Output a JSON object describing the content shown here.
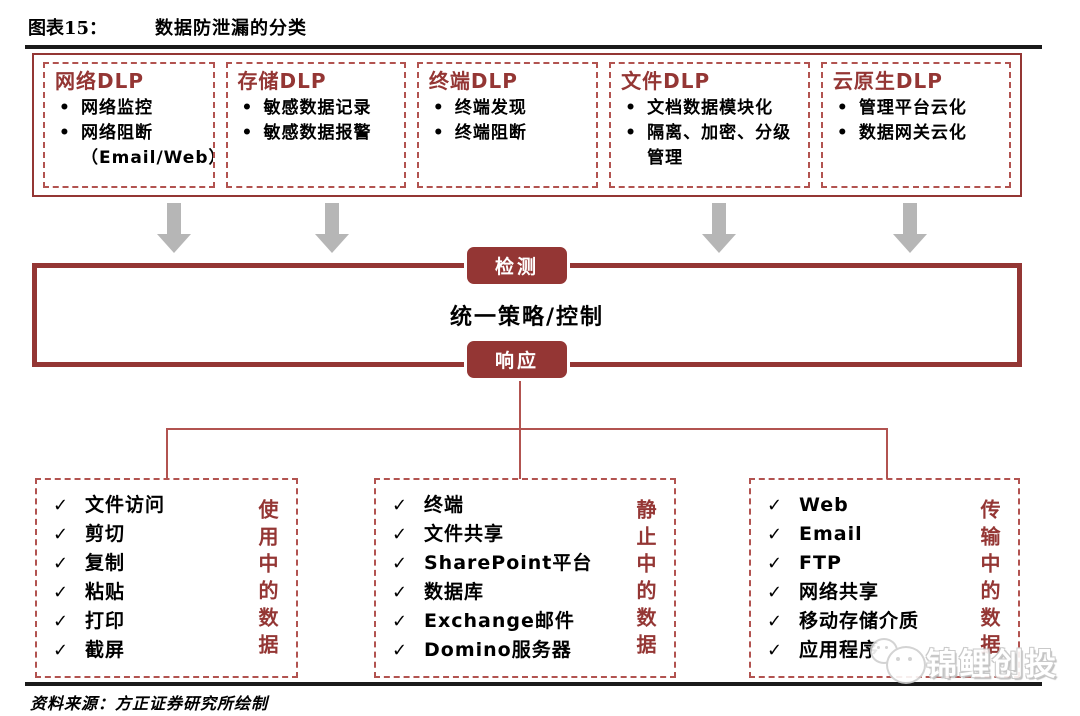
{
  "header": {
    "figure_label": "图表15：",
    "figure_title": "数据防泄漏的分类"
  },
  "glyphs": {
    "bullet": "•",
    "check": "✓"
  },
  "top_section": {
    "boxes": [
      {
        "title": "网络DLP",
        "items": [
          "网络监控",
          "网络阻断（Email/Web）"
        ]
      },
      {
        "title": "存储DLP",
        "items": [
          "敏感数据记录",
          "敏感数据报警"
        ]
      },
      {
        "title": "终端DLP",
        "items": [
          "终端发现",
          "终端阻断"
        ]
      },
      {
        "title": "文件DLP",
        "items": [
          "文档数据模块化",
          "隔离、加密、分级管理"
        ]
      },
      {
        "title": "云原生DLP",
        "items": [
          "管理平台云化",
          "数据网关云化"
        ]
      }
    ]
  },
  "center": {
    "detect_label": "检测",
    "policy_label": "统一策略/控制",
    "respond_label": "响应"
  },
  "bottom_section": {
    "boxes": [
      {
        "category": "使用中的数据",
        "items": [
          "文件访问",
          "剪切",
          "复制",
          "粘贴",
          "打印",
          "截屏"
        ]
      },
      {
        "category": "静止中的数据",
        "items": [
          "终端",
          "文件共享",
          "SharePoint平台",
          "数据库",
          "Exchange邮件",
          "Domino服务器"
        ]
      },
      {
        "category": "传输中的数据",
        "items": [
          "Web",
          "Email",
          "FTP",
          "网络共享",
          "移动存储介质",
          "应用程序"
        ]
      }
    ]
  },
  "footer": {
    "source": "资料来源：方正证券研究所绘制"
  },
  "watermark": {
    "text": "锦鲤创投"
  },
  "colors": {
    "dark_red": "#943634",
    "dashed_red": "#b25350",
    "arrow_gray": "#b6b6b6",
    "rule_black": "#1a1a1a"
  }
}
